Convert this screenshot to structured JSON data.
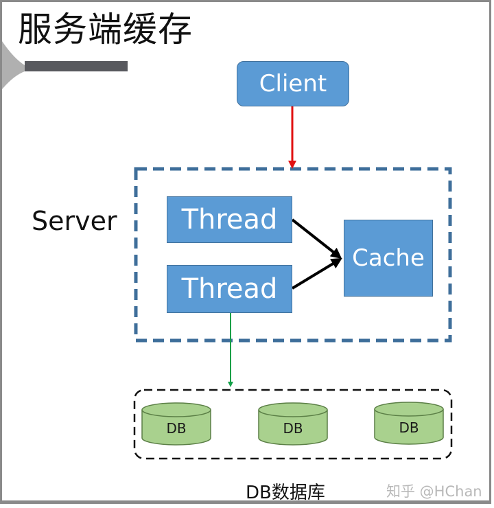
{
  "title": "服务端缓存",
  "nodes": {
    "client": "Client",
    "server_label": "Server",
    "thread_1": "Thread",
    "thread_2": "Thread",
    "cache": "Cache",
    "db_1": "DB",
    "db_2": "DB",
    "db_3": "DB",
    "db_group_label": "DB数据库"
  },
  "watermark": "知乎 @HChan",
  "colors": {
    "box_fill": "#5b9bd5",
    "server_border": "#3e6e9a",
    "client_arrow": "#e01010",
    "thread_arrow": "#000000",
    "db_arrow": "#12a048",
    "db_fill": "#a9d18e"
  },
  "edges": [
    {
      "from": "client",
      "to": "server"
    },
    {
      "from": "thread_1",
      "to": "cache"
    },
    {
      "from": "thread_2",
      "to": "cache"
    },
    {
      "from": "thread_2",
      "to": "db_group"
    }
  ]
}
